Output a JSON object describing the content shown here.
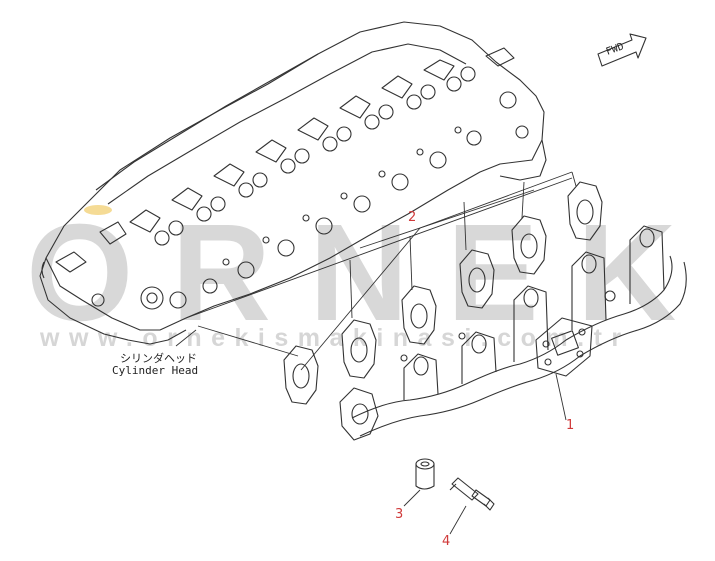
{
  "watermark": {
    "brand": "ORNEK",
    "url": "www.ornekismakinasi.com.tr"
  },
  "labels": {
    "cylinder_head_jp": "シリンダヘッド",
    "cylinder_head_en": "Cylinder Head",
    "fwd": "FWD"
  },
  "callouts": [
    "1",
    "2",
    "3",
    "4"
  ],
  "colors": {
    "line": "#333333",
    "callout": "#d03a3a",
    "watermark": "#d8d8d8"
  }
}
